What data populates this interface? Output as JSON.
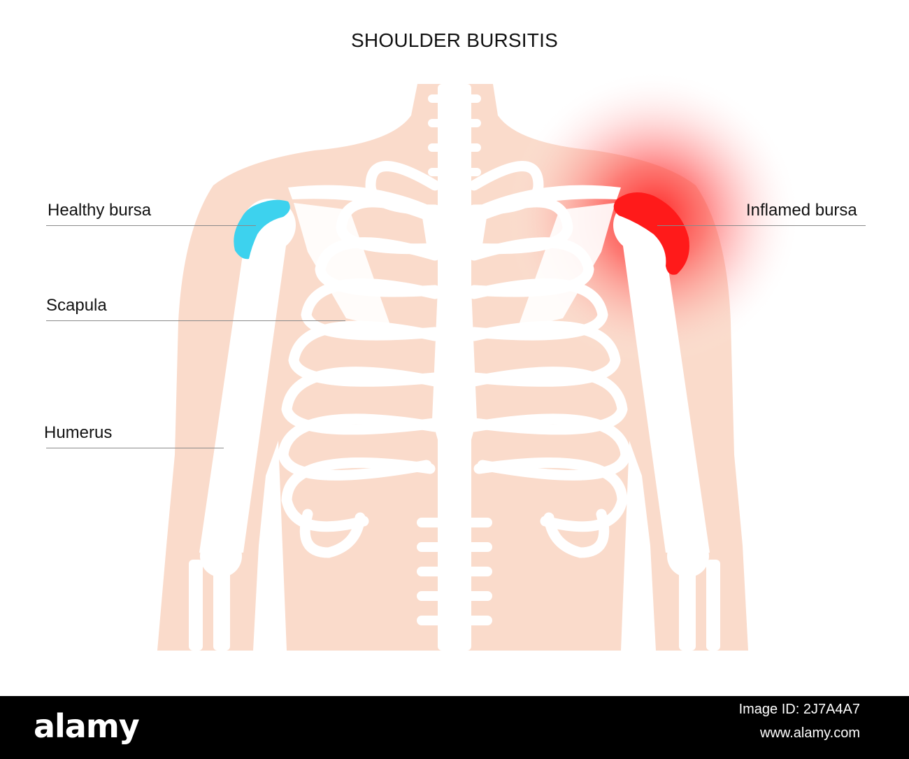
{
  "title": "SHOULDER BURSITIS",
  "labels": {
    "healthy_bursa": "Healthy bursa",
    "inflamed_bursa": "Inflamed bursa",
    "scapula": "Scapula",
    "humerus": "Humerus"
  },
  "colors": {
    "skin": "#fadbcb",
    "bone": "#ffffff",
    "healthy": "#3dd2ee",
    "inflamed": "#ff1a1a"
  },
  "watermark": {
    "brand": "alamy",
    "image_id": "Image ID: 2J7A4A7",
    "url": "www.alamy.com"
  }
}
